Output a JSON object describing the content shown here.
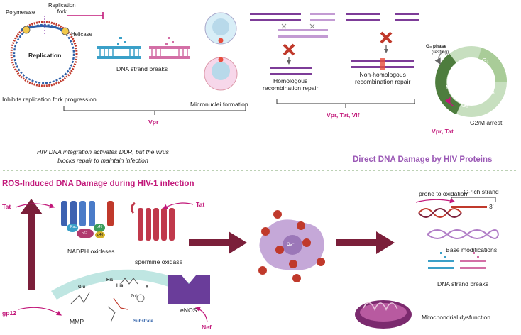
{
  "top": {
    "replication": {
      "polymerase": "Polymerase",
      "fork": "Replication\nfork",
      "helicase": "Helicase",
      "center": "Replication",
      "caption": "Inhibits replication fork progression"
    },
    "dna_breaks": "DNA strand breaks",
    "micronuclei": "Micronuclei formation",
    "vpr": "Vpr",
    "homologous": "Homologous\nrecombination repair",
    "non_homologous": "Non-homologous\nrecombination repair",
    "vpr_tat_vif": "Vpr, Tat, Vif",
    "cycle": {
      "g0": "G₀ phase",
      "resting": "(resting)",
      "g1": "G₁",
      "s": "S",
      "g2": "G₂",
      "m": "M",
      "proteins": "Vpr, Tat",
      "arrest": "G2/M arrest"
    },
    "integration_note": "HIV DNA integration activates DDR, but the virus\nblocks repair to maintain infection",
    "section_title": "Direct DNA Damage by HIV Proteins"
  },
  "bottom": {
    "section_title": "ROS-Induced DNA Damage during HIV-1 infection",
    "tat1": "Tat",
    "tat2": "Tat",
    "nadph": "NADPH oxidases",
    "spermine": "spermine oxidase",
    "gp12": "gp12",
    "mmp": "MMP",
    "enos": "eNOS",
    "nef": "Nef",
    "mmp_labels": {
      "glu": "Glu",
      "his1": "His",
      "his2": "His",
      "zn": "Zn²⁺",
      "x": "X",
      "substrate": "Substrate"
    },
    "nadph_subunits": [
      "Rac",
      "p67",
      "p47",
      "p40"
    ],
    "ros_label": "O₂⁻",
    "prone": "prone to oxidation",
    "g_rich": "G-rich strand",
    "three_prime": "3’",
    "base_mod": "Base modifications",
    "dna_breaks": "DNA strand breaks",
    "mito": "Mitochondrial dysfunction"
  },
  "colors": {
    "accent": "#c2187a",
    "purple": "#8e44ad",
    "arrow": "#7b1f3a",
    "dna_blue": "#3aa0c8",
    "dna_pink": "#d36fa6",
    "cycle_green": "#6aa05a"
  }
}
